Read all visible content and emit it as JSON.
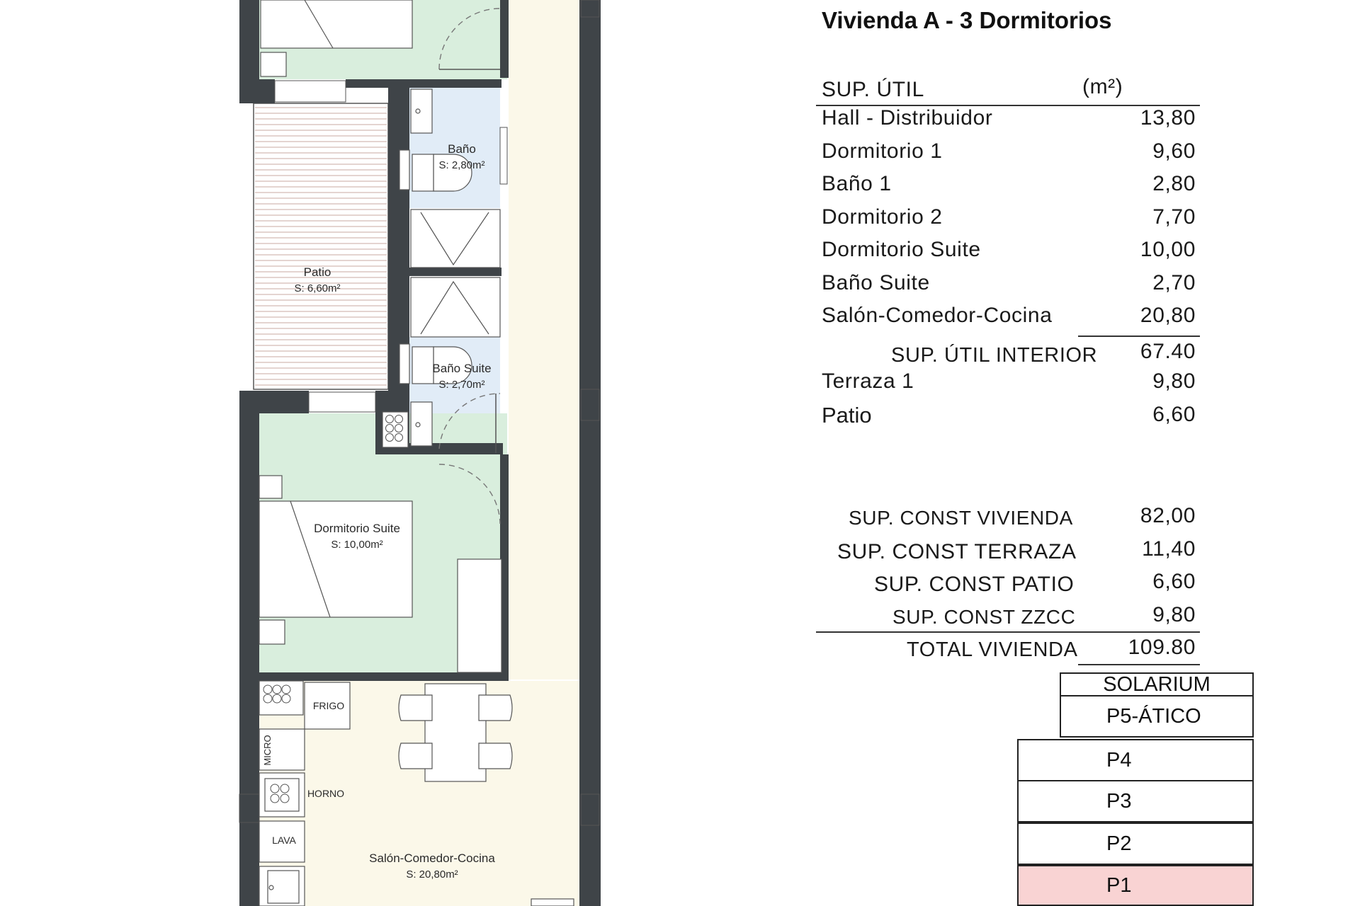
{
  "title": "Vivienda A - 3 Dormitorios",
  "table": {
    "header_label": "SUP. ÚTIL",
    "header_unit": "(m²)",
    "rooms": [
      {
        "label": "Hall - Distribuidor",
        "value": "13,80"
      },
      {
        "label": "Dormitorio 1",
        "value": "9,60"
      },
      {
        "label": "Baño 1",
        "value": "2,80"
      },
      {
        "label": "Dormitorio 2",
        "value": "7,70"
      },
      {
        "label": "Dormitorio Suite",
        "value": "10,00"
      },
      {
        "label": "Baño Suite",
        "value": "2,70"
      },
      {
        "label": "Salón-Comedor-Cocina",
        "value": "20,80"
      }
    ],
    "interior": {
      "label": "SUP. ÚTIL INTERIOR",
      "value": "67.40"
    },
    "extras": [
      {
        "label": "Terraza 1",
        "value": "9,80"
      },
      {
        "label": "Patio",
        "value": "6,60"
      }
    ],
    "const": [
      {
        "label": "SUP. CONST VIVIENDA",
        "value": "82,00"
      },
      {
        "label": "SUP. CONST TERRAZA",
        "value": "11,40"
      },
      {
        "label": "SUP. CONST PATIO",
        "value": "6,60"
      },
      {
        "label": "SUP. CONST ZZCC",
        "value": "9,80"
      }
    ],
    "total": {
      "label": "TOTAL VIVIENDA",
      "value": "109.80"
    }
  },
  "floors": [
    "SOLARIUM",
    "P5-ÁTICO",
    "P4",
    "P3",
    "P2",
    "P1"
  ],
  "highlight_floor": "P1",
  "highlight_color": "#f9d3d3",
  "plan": {
    "patio": {
      "name": "Patio",
      "area": "S: 6,60m²"
    },
    "bano": {
      "name": "Baño",
      "area": "S: 2,80m²"
    },
    "bano_suite": {
      "name": "Baño Suite",
      "area": "S: 2,70m²"
    },
    "dorm_suite": {
      "name": "Dormitorio Suite",
      "area": "S: 10,00m²"
    },
    "salon": {
      "name": "Salón-Comedor-Cocina",
      "area": "S: 20,80m²"
    },
    "appliances": {
      "frigo": "FRIGO",
      "micro": "MICRO",
      "horno": "HORNO",
      "lava": "LAVA"
    }
  },
  "colors": {
    "wall": "#3f4448",
    "room_green": "#d9eedd",
    "bath_blue": "#e1ecf7",
    "cream": "#fbf8e9"
  }
}
